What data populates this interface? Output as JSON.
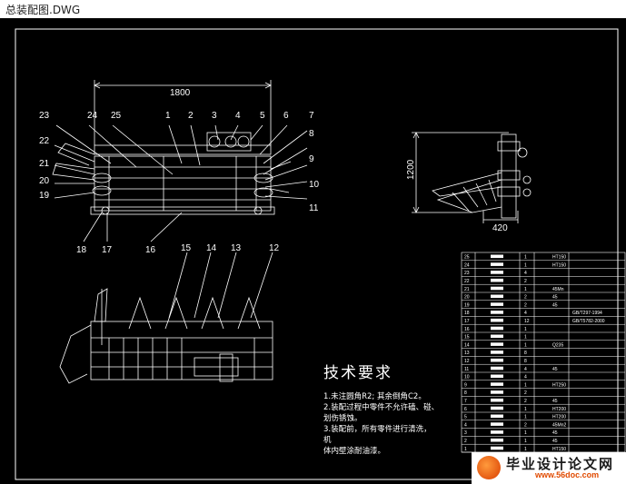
{
  "window": {
    "title": "总装配图.DWG"
  },
  "dims": {
    "top_width": "1800",
    "side_height": "1200",
    "side_width": "420"
  },
  "callouts": [
    "1",
    "2",
    "3",
    "4",
    "5",
    "6",
    "7",
    "8",
    "9",
    "10",
    "11",
    "12",
    "13",
    "14",
    "15",
    "16",
    "17",
    "18",
    "19",
    "20",
    "21",
    "22",
    "23",
    "24",
    "25"
  ],
  "tech_notes": {
    "title": "技术要求",
    "lines": [
      "1.未注圆角R2; 其余倒角C2。",
      "2.装配过程中零件不允许磕、碰、",
      "   划伤锈蚀。",
      "3.装配前，所有零件进行清洗，",
      "机",
      "   体内壁涂耐油漆。"
    ]
  },
  "bom": {
    "rows": [
      {
        "no": "25",
        "qty": "1",
        "mat": "HT150",
        "std": ""
      },
      {
        "no": "24",
        "qty": "1",
        "mat": "HT150",
        "std": ""
      },
      {
        "no": "23",
        "qty": "4",
        "mat": "",
        "std": ""
      },
      {
        "no": "22",
        "qty": "2",
        "mat": "",
        "std": ""
      },
      {
        "no": "21",
        "qty": "1",
        "mat": "45Mn",
        "std": ""
      },
      {
        "no": "20",
        "qty": "2",
        "mat": "45",
        "std": ""
      },
      {
        "no": "19",
        "qty": "2",
        "mat": "45",
        "std": ""
      },
      {
        "no": "18",
        "qty": "4",
        "mat": "",
        "std": "GB/T297-1994"
      },
      {
        "no": "17",
        "qty": "12",
        "mat": "",
        "std": "GB/T5782-2000"
      },
      {
        "no": "16",
        "qty": "1",
        "mat": "",
        "std": ""
      },
      {
        "no": "15",
        "qty": "1",
        "mat": "",
        "std": ""
      },
      {
        "no": "14",
        "qty": "1",
        "mat": "Q235",
        "std": ""
      },
      {
        "no": "13",
        "qty": "8",
        "mat": "",
        "std": ""
      },
      {
        "no": "12",
        "qty": "8",
        "mat": "",
        "std": ""
      },
      {
        "no": "11",
        "qty": "4",
        "mat": "45",
        "std": ""
      },
      {
        "no": "10",
        "qty": "4",
        "mat": "",
        "std": ""
      },
      {
        "no": "9",
        "qty": "1",
        "mat": "HT250",
        "std": ""
      },
      {
        "no": "8",
        "qty": "2",
        "mat": "",
        "std": ""
      },
      {
        "no": "7",
        "qty": "2",
        "mat": "45",
        "std": ""
      },
      {
        "no": "6",
        "qty": "1",
        "mat": "HT200",
        "std": ""
      },
      {
        "no": "5",
        "qty": "1",
        "mat": "HT200",
        "std": ""
      },
      {
        "no": "4",
        "qty": "2",
        "mat": "45Mn2",
        "std": ""
      },
      {
        "no": "3",
        "qty": "1",
        "mat": "45",
        "std": ""
      },
      {
        "no": "2",
        "qty": "1",
        "mat": "45",
        "std": ""
      },
      {
        "no": "1",
        "qty": "1",
        "mat": "HT150",
        "std": ""
      }
    ]
  },
  "watermark": {
    "text": "毕业设计论文网",
    "url": "www.56doc.com"
  }
}
